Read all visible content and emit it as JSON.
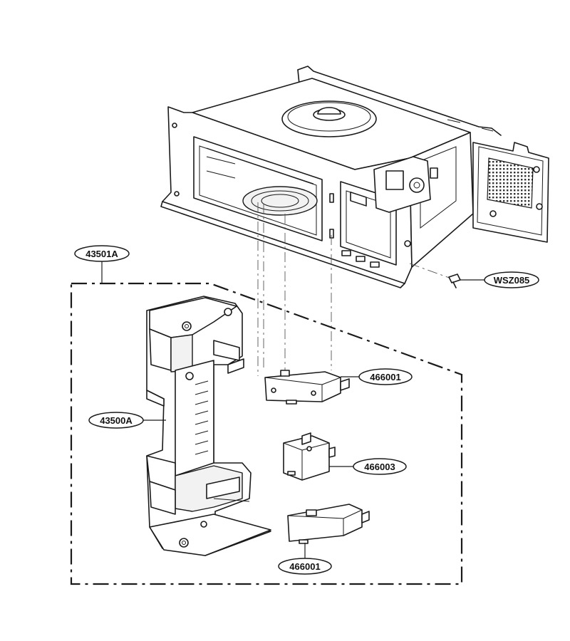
{
  "callouts": {
    "latch_assembly": "43501A",
    "screw": "WSZ085",
    "latch_board": "43500A",
    "switch_top": "466001",
    "switch_middle": "466003",
    "switch_bottom": "466001"
  }
}
